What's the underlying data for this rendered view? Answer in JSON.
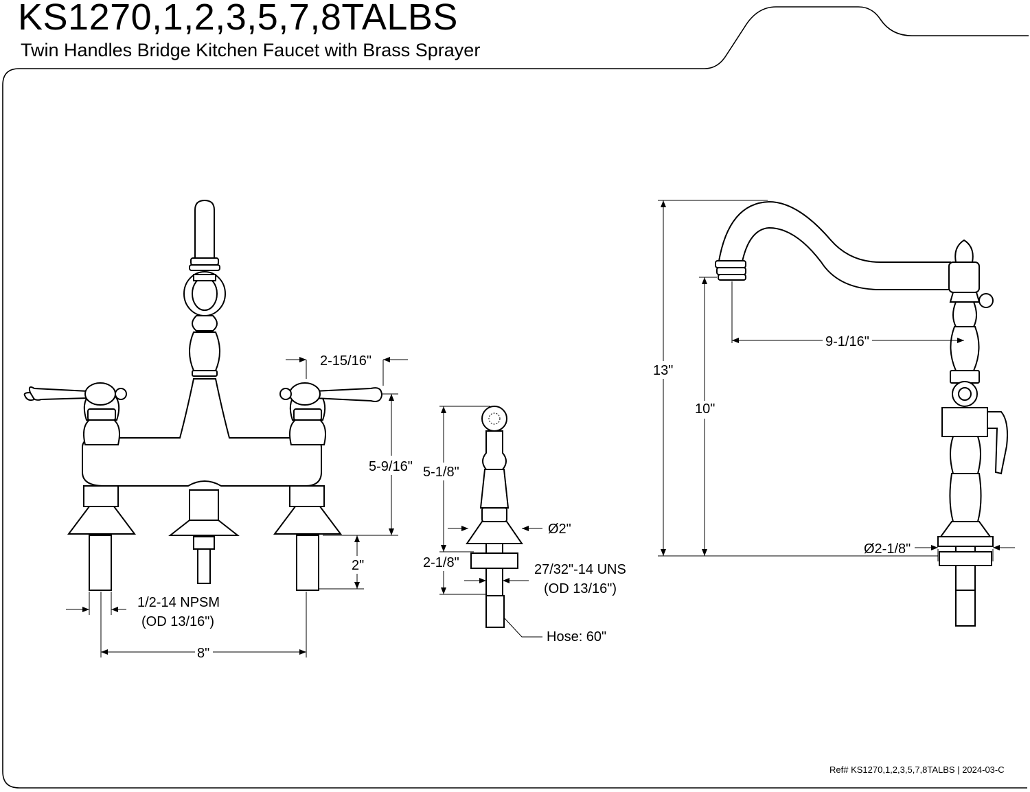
{
  "header": {
    "title": "KS1270,1,2,3,5,7,8TALBS",
    "subtitle": "Twin Handles Bridge Kitchen Faucet with Brass Sprayer"
  },
  "dimensions": {
    "handle_width": "2-15/16\"",
    "handle_height": "5-9/16\"",
    "shank_length": "2\"",
    "thread_left": "1/2-14 NPSM",
    "thread_left_od": "(OD 13/16\")",
    "center_spread": "8\"",
    "sprayer_height": "5-1/8\"",
    "sprayer_base_dia": "Ø2\"",
    "sprayer_shank": "2-1/8\"",
    "sprayer_thread": "27/32\"-14 UNS",
    "sprayer_thread_od": "(OD 13/16\")",
    "hose": "Hose: 60\"",
    "spout_reach": "9-1/16\"",
    "overall_height": "13\"",
    "spout_height": "10\"",
    "base_dia": "Ø2-1/8\""
  },
  "footer": {
    "ref": "Ref# KS1270,1,2,3,5,7,8TALBS | 2024-03-C"
  }
}
